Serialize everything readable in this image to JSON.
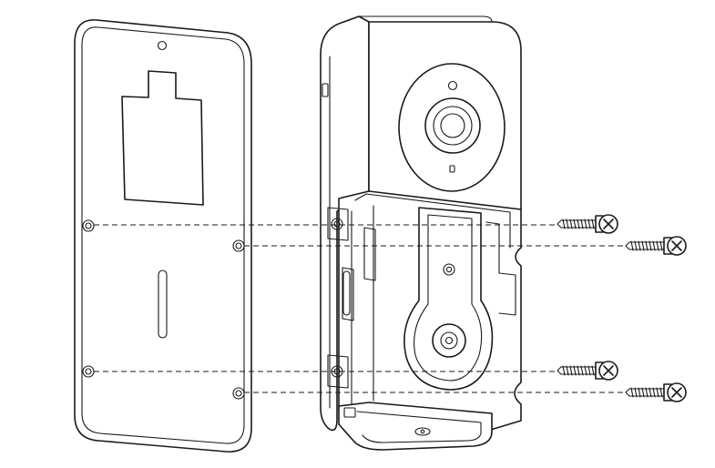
{
  "diagram": {
    "parts": [
      {
        "name": "mounting-plate",
        "icon": "plate"
      },
      {
        "name": "doorbell-unit",
        "icon": "camera"
      },
      {
        "name": "screws",
        "icon": "screw",
        "count": 4
      }
    ],
    "colors": {
      "line": "#1a1a1a",
      "background": "#ffffff"
    }
  }
}
